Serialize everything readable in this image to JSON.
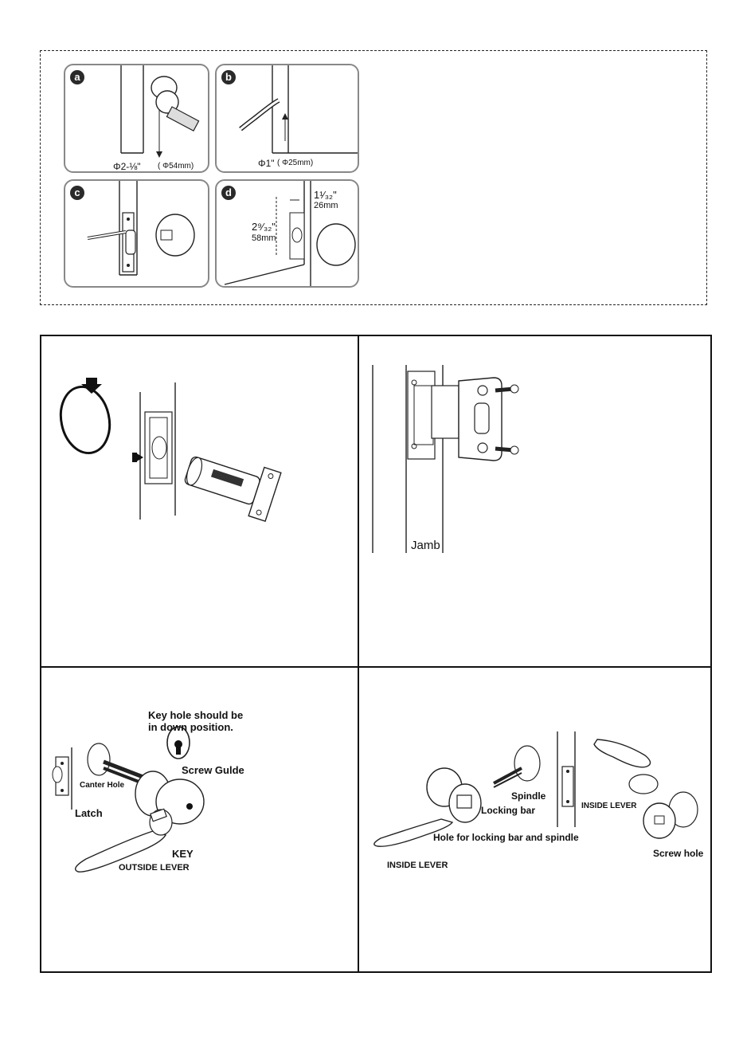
{
  "top_figure": {
    "panels": [
      {
        "badge": "a",
        "label": "Φ2-⅛\"",
        "sublabel": "( Φ54mm)"
      },
      {
        "badge": "b",
        "label": "Φ1\"",
        "sublabel": "( Φ25mm)"
      },
      {
        "badge": "c"
      },
      {
        "badge": "d",
        "dim_width": "1¹⁄₃₂\"",
        "dim_width_mm": "26mm",
        "dim_height": "2⁹⁄₃₂\"",
        "dim_height_mm": "58mm"
      }
    ]
  },
  "steps": {
    "strike": {
      "jamb_label": "Jamb"
    },
    "outside": {
      "note_line1": "Key hole should be",
      "note_line2": "in down position.",
      "screw_guide": "Screw Gulde",
      "center_hole": "Canter Hole",
      "latch": "Latch",
      "key": "KEY",
      "outside_lever": "OUTSIDE  LEVER"
    },
    "inside": {
      "spindle": "Spindle",
      "locking_bar": "Locking bar",
      "hole_label": "Hole for locking bar and spindle",
      "inside_lever_left": "INSIDE LEVER",
      "inside_lever_right": "INSIDE LEVER",
      "screw_hole": "Screw hole"
    }
  }
}
